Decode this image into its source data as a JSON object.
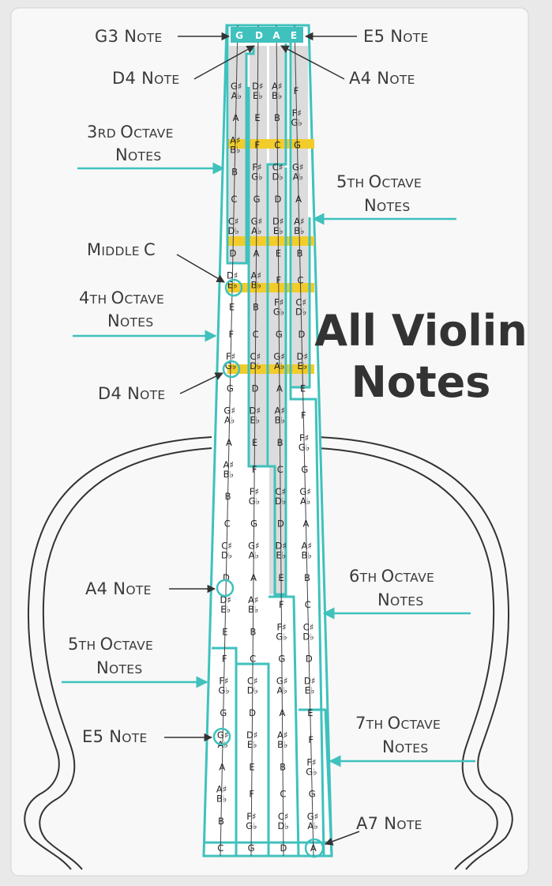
{
  "title_line1": "All Violin",
  "title_line2": "Notes",
  "string_labels": [
    "G",
    "D",
    "A",
    "E"
  ],
  "callouts": {
    "g3": [
      "G",
      "3 N",
      "OTE"
    ],
    "e5_top": [
      "E",
      "5 N",
      "OTE"
    ],
    "d4_top": [
      "D",
      "4 N",
      "OTE"
    ],
    "a4_top": [
      "A",
      "4 N",
      "OTE"
    ],
    "oct3": [
      "3",
      "RD ",
      "O",
      "CTAVE"
    ],
    "oct3_2": [
      "N",
      "OTES"
    ],
    "oct5_r": [
      "5",
      "TH ",
      "O",
      "CTAVE"
    ],
    "oct5_r2": [
      "N",
      "OTES"
    ],
    "middle_c": [
      "M",
      "IDDLE ",
      "C"
    ],
    "oct4": [
      "4",
      "TH ",
      "O",
      "CTAVE"
    ],
    "oct4_2": [
      "N",
      "OTES"
    ],
    "d4_mid": [
      "D",
      "4 N",
      "OTE"
    ],
    "a4_mid": [
      "A",
      "4 N",
      "OTE"
    ],
    "oct6": [
      "6",
      "TH ",
      "O",
      "CTAVE"
    ],
    "oct6_2": [
      "N",
      "OTES"
    ],
    "oct5_l": [
      "5",
      "TH ",
      "O",
      "CTAVE"
    ],
    "oct5_l2": [
      "N",
      "OTES"
    ],
    "e5_low": [
      "E",
      "5 N",
      "OTE"
    ],
    "oct7": [
      "7",
      "TH ",
      "O",
      "CTAVE"
    ],
    "oct7_2": [
      "N",
      "OTES"
    ],
    "a7": [
      "A",
      "7 N",
      "OTE"
    ]
  },
  "strings": {
    "G": [
      "G♯ A♭",
      "A",
      "A♯ B♭",
      "B",
      "C",
      "C♯ D♭",
      "D",
      "D♯ E♭",
      "E",
      "F",
      "F♯ G♭",
      "G",
      "G♯ A♭",
      "A",
      "A♯ B♭",
      "B",
      "C",
      "C♯ D♭",
      "D",
      "D♯ E♭",
      "E",
      "F",
      "F♯ G♭",
      "G",
      "G♯ A♭",
      "A",
      "A♯ B♭",
      "B",
      "C"
    ],
    "D": [
      "D♯ E♭",
      "E",
      "F",
      "F♯ G♭",
      "G",
      "G♯ A♭",
      "A",
      "A♯ B♭",
      "B",
      "C",
      "C♯ D♭",
      "D",
      "D♯ E♭",
      "E",
      "F",
      "F♯ G♭",
      "G",
      "G♯ A♭",
      "A",
      "A♯ B♭",
      "B",
      "C",
      "C♯ D♭",
      "D",
      "D♯ E♭",
      "E",
      "F",
      "F♯ G♭",
      "G"
    ],
    "A": [
      "A♯ B♭",
      "B",
      "C",
      "C♯ D♭",
      "D",
      "D♯ E♭",
      "E",
      "F",
      "F♯ G♭",
      "G",
      "G♯ A♭",
      "A",
      "A♯ B♭",
      "B",
      "C",
      "C♯ D♭",
      "D",
      "D♯ E♭",
      "E",
      "F",
      "F♯ G♭",
      "G",
      "G♯ A♭",
      "A",
      "A♯ B♭",
      "B",
      "C",
      "C♯ D♭",
      "D"
    ],
    "E": [
      "F",
      "F♯ G♭",
      "G",
      "G♯ A♭",
      "A",
      "A♯ B♭",
      "B",
      "C",
      "C♯ D♭",
      "D",
      "D♯ E♭",
      "E",
      "F",
      "F♯ G♭",
      "G",
      "G♯ A♭",
      "A",
      "A♯ B♭",
      "B",
      "C",
      "C♯ D♭",
      "D",
      "D♯ E♭",
      "E",
      "F",
      "F♯ G♭",
      "G",
      "G♯ A♭",
      "A"
    ]
  },
  "colors": {
    "teal": "#3fc1bd",
    "gold": "#f2cc2a",
    "grey_band": "#dcdcdc"
  }
}
